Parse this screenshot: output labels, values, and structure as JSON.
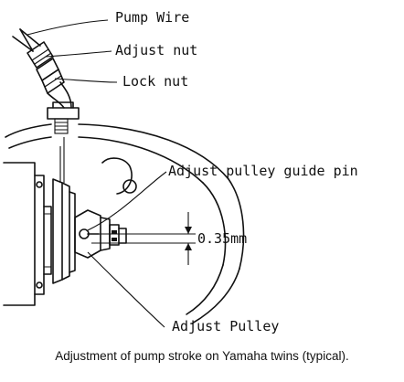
{
  "labels": {
    "pump_wire": "Pump Wire",
    "adjust_nut": "Adjust nut",
    "lock_nut": "Lock nut",
    "guide_pin": "Adjust pulley guide pin",
    "clearance": "0.35mm",
    "pulley": "Adjust Pulley"
  },
  "caption": "Adjustment of pump stroke on Yamaha twins (typical)."
}
